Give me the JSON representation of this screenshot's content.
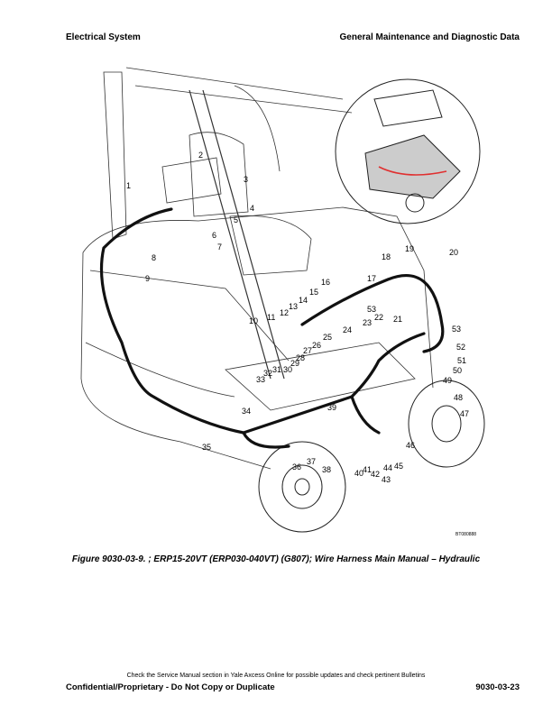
{
  "header": {
    "left": "Electrical System",
    "right": "General Maintenance and Diagnostic Data"
  },
  "figure": {
    "image_code": "BT080888",
    "callouts": [
      "1",
      "2",
      "3",
      "4",
      "5",
      "6",
      "7",
      "8",
      "9",
      "10",
      "11",
      "12",
      "13",
      "14",
      "15",
      "16",
      "17",
      "18",
      "19",
      "20",
      "21",
      "22",
      "23",
      "24",
      "25",
      "26",
      "27",
      "28",
      "29",
      "30",
      "31",
      "32",
      "33",
      "34",
      "35",
      "36",
      "37",
      "38",
      "39",
      "40",
      "41",
      "42",
      "43",
      "44",
      "45",
      "46",
      "47",
      "48",
      "49",
      "50",
      "51",
      "52",
      "53"
    ]
  },
  "caption": "Figure 9030-03-9. ; ERP15-20VT (ERP030-040VT) (G807);  Wire Harness Main Manual – Hydraulic",
  "footer": {
    "notice": "Check the Service Manual section in Yale Axcess Online for possible updates and check pertinent Bulletins",
    "left": "Confidential/Proprietary - Do Not Copy or Duplicate",
    "right": "9030-03-23"
  }
}
